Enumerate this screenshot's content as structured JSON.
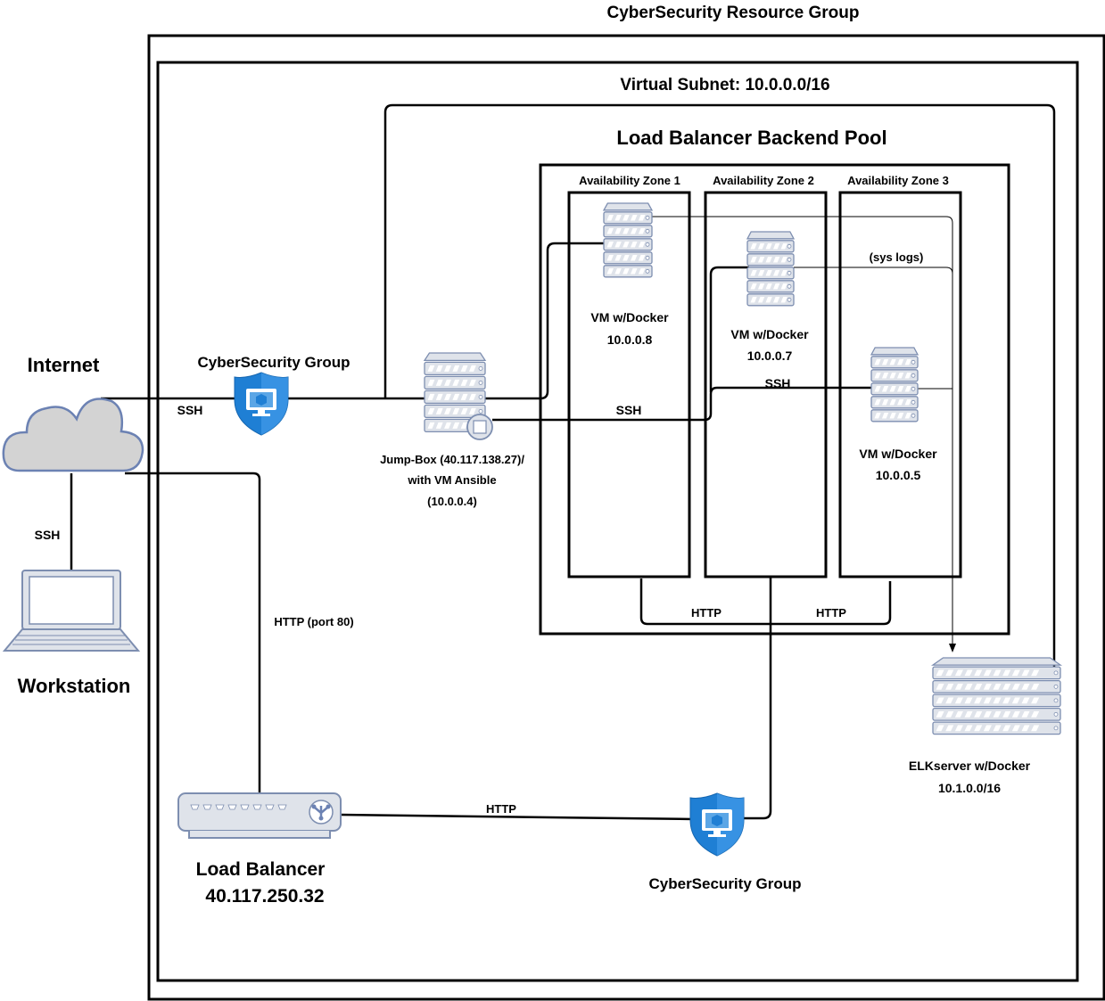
{
  "diagram": {
    "resource_group_title": "CyberSecurity Resource Group",
    "subnet_title": "Virtual Subnet: 10.0.0.0/16",
    "backend_pool_title": "Load Balancer Backend Pool",
    "zones": [
      "Availability Zone 1",
      "Availability Zone 2",
      "Availability Zone 3"
    ],
    "internet_label": "Internet",
    "workstation_label": "Workstation",
    "nsg_top_label": "CyberSecurity Group",
    "nsg_bottom_label": "CyberSecurity Group",
    "jumpbox": {
      "line1": "Jump-Box (40.117.138.27)/",
      "line2": "with VM Ansible",
      "line3": "(10.0.0.4)"
    },
    "vms": [
      {
        "name": "VM w/Docker",
        "ip": "10.0.0.8"
      },
      {
        "name": "VM w/Docker",
        "ip": "10.0.0.7"
      },
      {
        "name": "VM w/Docker",
        "ip": "10.0.0.5"
      }
    ],
    "elk": {
      "name": "ELKserver w/Docker",
      "ip": "10.1.0.0/16"
    },
    "load_balancer": {
      "name": "Load Balancer",
      "ip": "40.117.250.32"
    },
    "connections": {
      "ssh_internet": "SSH",
      "ssh_workstation": "SSH",
      "ssh_jump_zone1": "SSH",
      "ssh_jump_zone3": "SSH",
      "syslogs": "(sys logs)",
      "http_port80": "HTTP (port 80)",
      "http_zone1": "HTTP",
      "http_zone3": "HTTP",
      "http_lb": "HTTP"
    },
    "colors": {
      "server_fill": "#dfe3ea",
      "server_stroke": "#7d8eb0",
      "cloud_fill": "#d3d3d3",
      "cloud_stroke": "#6c82b3",
      "shield_blue": "#1f7fd4",
      "line": "#000000"
    }
  }
}
